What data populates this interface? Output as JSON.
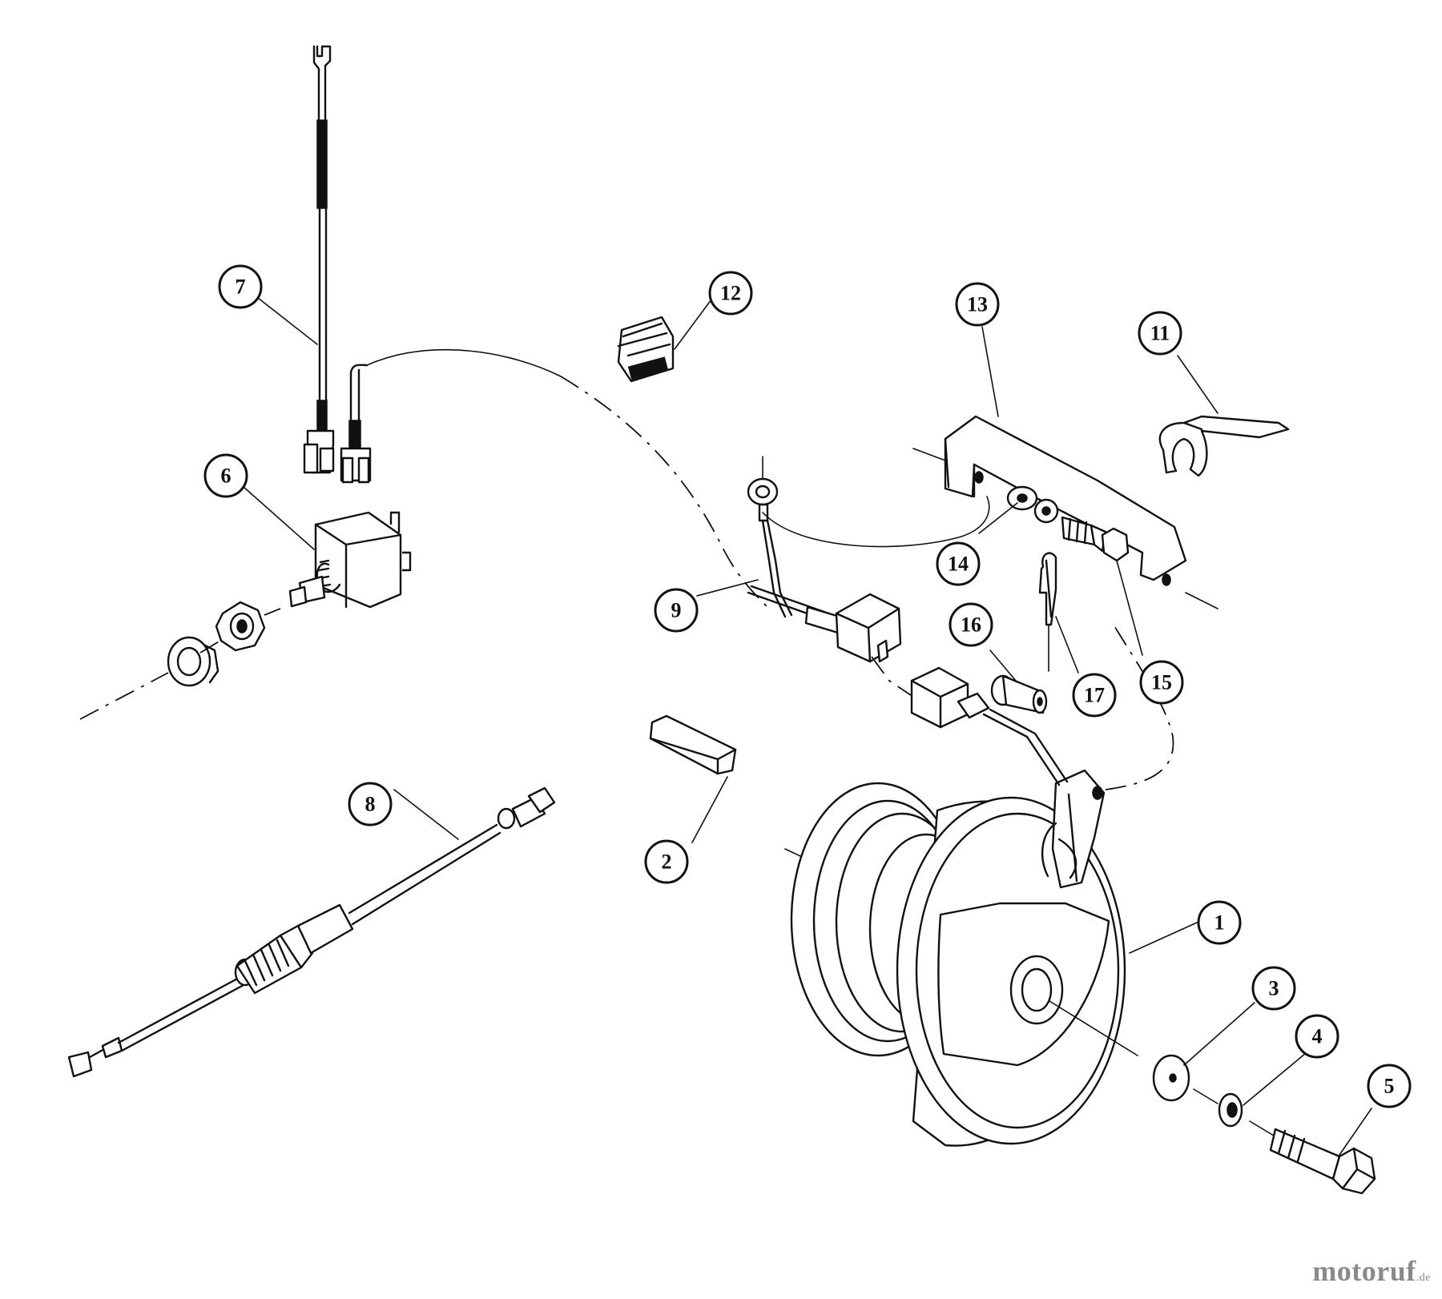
{
  "diagram": {
    "callouts": [
      {
        "id": "callout-1",
        "label": "1"
      },
      {
        "id": "callout-2",
        "label": "2"
      },
      {
        "id": "callout-3",
        "label": "3"
      },
      {
        "id": "callout-4",
        "label": "4"
      },
      {
        "id": "callout-5",
        "label": "5"
      },
      {
        "id": "callout-6",
        "label": "6"
      },
      {
        "id": "callout-7",
        "label": "7"
      },
      {
        "id": "callout-8",
        "label": "8"
      },
      {
        "id": "callout-9",
        "label": "9"
      },
      {
        "id": "callout-11",
        "label": "11"
      },
      {
        "id": "callout-12",
        "label": "12"
      },
      {
        "id": "callout-13",
        "label": "13"
      },
      {
        "id": "callout-14",
        "label": "14"
      },
      {
        "id": "callout-15",
        "label": "15"
      },
      {
        "id": "callout-16",
        "label": "16"
      },
      {
        "id": "callout-17",
        "label": "17"
      }
    ]
  },
  "watermark": {
    "main": "motoruf",
    "tld": ".de"
  }
}
